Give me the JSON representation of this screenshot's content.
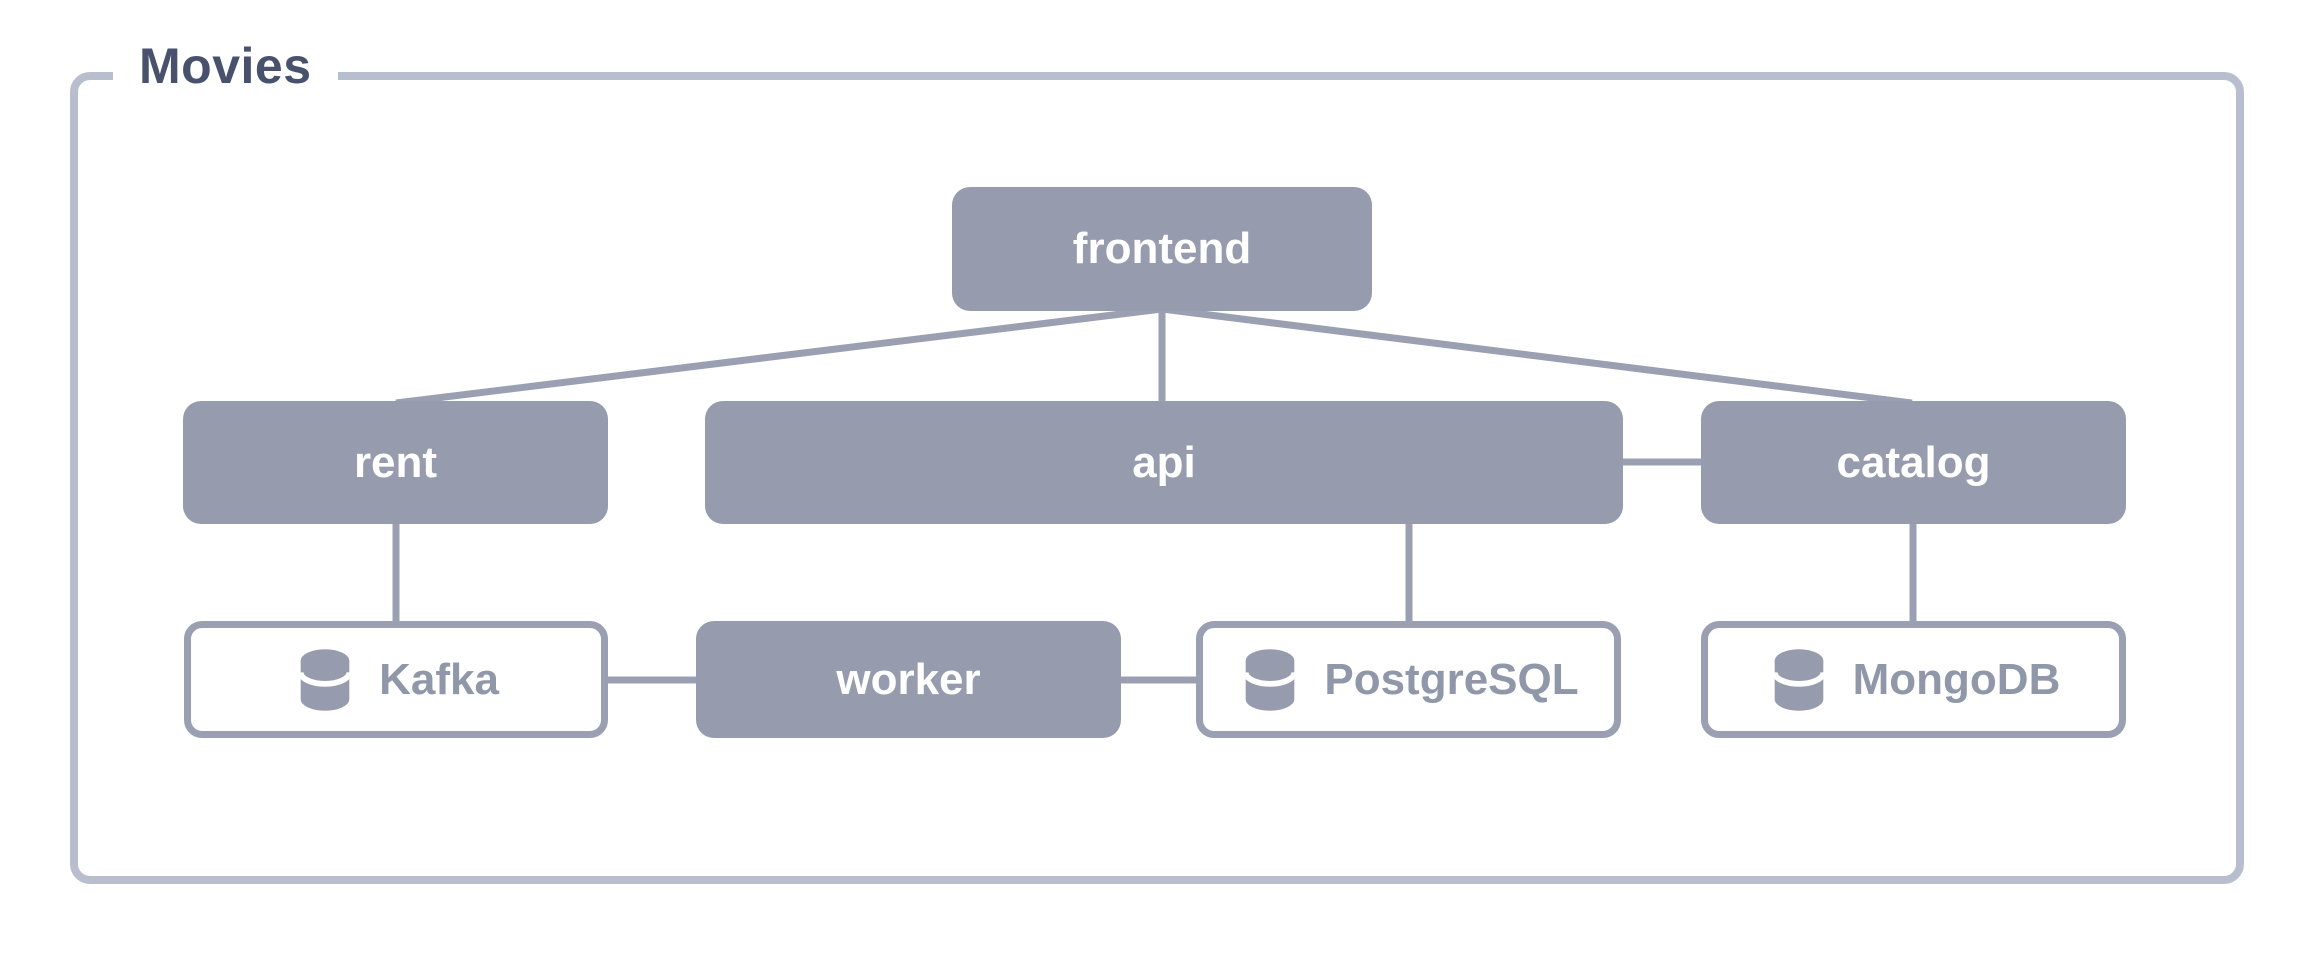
{
  "diagram": {
    "title": "Movies",
    "nodes": [
      {
        "id": "frontend",
        "label": "frontend",
        "type": "service"
      },
      {
        "id": "rent",
        "label": "rent",
        "type": "service"
      },
      {
        "id": "api",
        "label": "api",
        "type": "service"
      },
      {
        "id": "catalog",
        "label": "catalog",
        "type": "service"
      },
      {
        "id": "kafka",
        "label": "Kafka",
        "type": "datastore",
        "icon": "database-icon"
      },
      {
        "id": "worker",
        "label": "worker",
        "type": "service"
      },
      {
        "id": "postgresql",
        "label": "PostgreSQL",
        "type": "datastore",
        "icon": "database-icon"
      },
      {
        "id": "mongodb",
        "label": "MongoDB",
        "type": "datastore",
        "icon": "database-icon"
      }
    ],
    "edges": [
      {
        "from": "frontend",
        "to": "rent"
      },
      {
        "from": "frontend",
        "to": "api"
      },
      {
        "from": "frontend",
        "to": "catalog"
      },
      {
        "from": "rent",
        "to": "kafka"
      },
      {
        "from": "kafka",
        "to": "worker"
      },
      {
        "from": "worker",
        "to": "postgresql"
      },
      {
        "from": "api",
        "to": "postgresql"
      },
      {
        "from": "api",
        "to": "catalog"
      },
      {
        "from": "catalog",
        "to": "mongodb"
      }
    ],
    "colors": {
      "node_fill": "#969CAE",
      "node_label": "#FFFFFF",
      "datastore_bg": "#FFFFFF",
      "datastore_border": "#9AA0B2",
      "datastore_label": "#9097A9",
      "connector": "#9AA0B2",
      "frame_border": "#B8BECD",
      "title_color": "#49526C",
      "background": "#FFFFFF"
    }
  }
}
